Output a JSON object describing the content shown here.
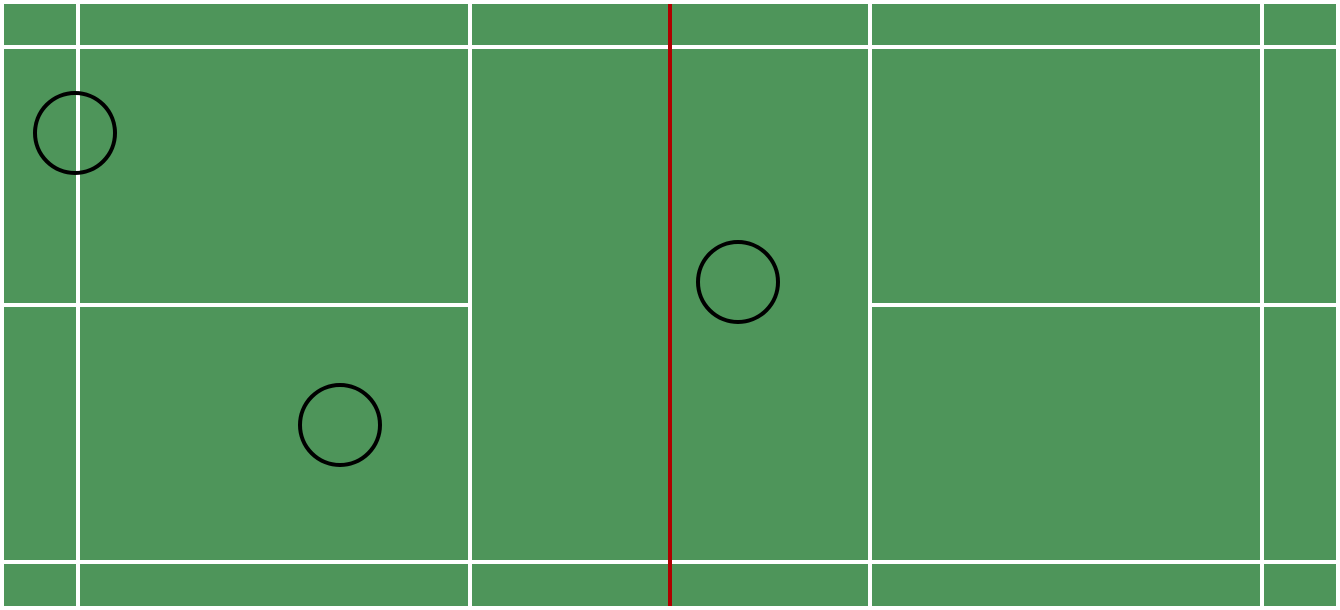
{
  "court": {
    "sport": "badminton",
    "colors": {
      "surface": "#4e955a",
      "boundary_lines": "#ffffff",
      "net": "#b00000",
      "marker_outline": "#000000"
    }
  },
  "markers": [
    {
      "id": "marker-1",
      "shape": "circle"
    },
    {
      "id": "marker-2",
      "shape": "circle"
    },
    {
      "id": "marker-3",
      "shape": "circle"
    }
  ]
}
